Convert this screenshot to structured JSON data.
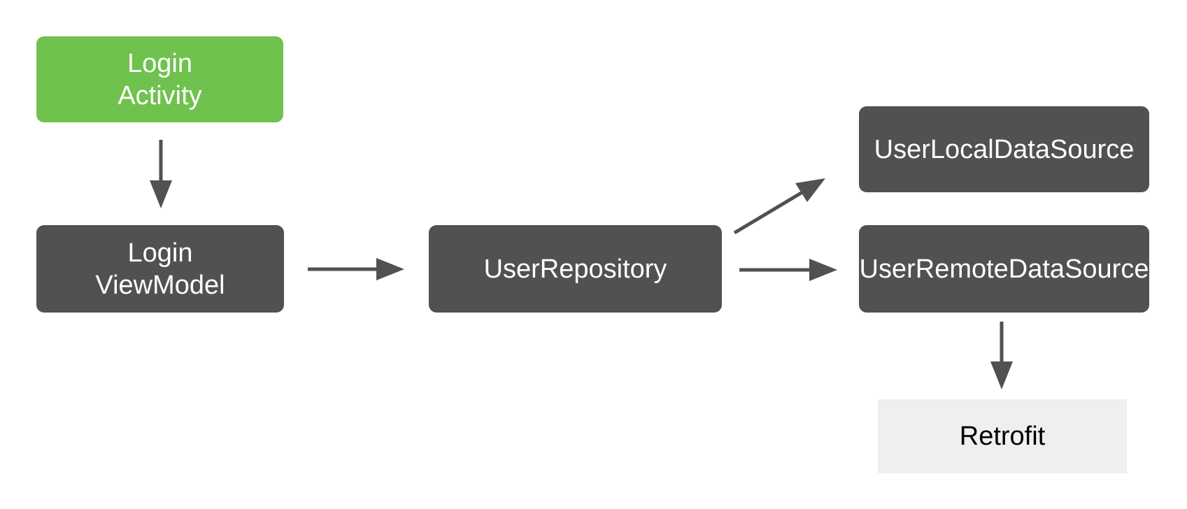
{
  "diagram": {
    "description": "App architecture diagram: Login Activity drives Login ViewModel, which uses UserRepository backed by local and remote data sources; the remote source uses Retrofit.",
    "colors": {
      "background": "#ffffff",
      "activity_fill": "#6FC24D",
      "node_fill": "#515151",
      "library_fill": "#EFEFEF",
      "arrow": "#515151",
      "node_text": "#ffffff",
      "library_text": "#000000"
    },
    "nodes": {
      "login_activity": {
        "label": "Login\nActivity",
        "type": "activity"
      },
      "login_viewmodel": {
        "label": "Login\nViewModel",
        "type": "component"
      },
      "user_repository": {
        "label": "UserRepository",
        "type": "component"
      },
      "user_local_data_source": {
        "label": "UserLocalDataSource",
        "type": "component"
      },
      "user_remote_data_source": {
        "label": "UserRemoteDataSource",
        "type": "component"
      },
      "retrofit": {
        "label": "Retrofit",
        "type": "library"
      }
    },
    "edges": [
      {
        "from": "login_activity",
        "to": "login_viewmodel",
        "direction": "down"
      },
      {
        "from": "login_viewmodel",
        "to": "user_repository",
        "direction": "right"
      },
      {
        "from": "user_repository",
        "to": "user_local_data_source",
        "direction": "up-right"
      },
      {
        "from": "user_repository",
        "to": "user_remote_data_source",
        "direction": "right"
      },
      {
        "from": "user_remote_data_source",
        "to": "retrofit",
        "direction": "down"
      }
    ]
  }
}
